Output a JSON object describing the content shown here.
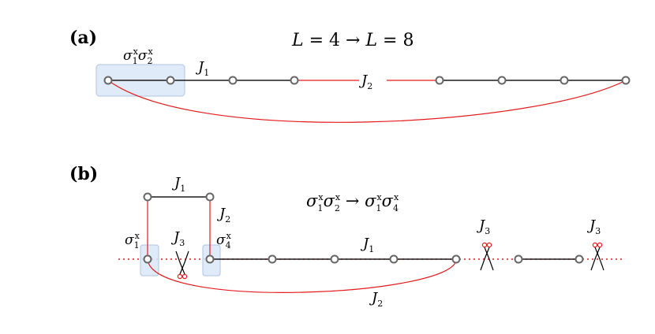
{
  "panel_a": {
    "tag": "(a)",
    "heading": "L = 4 → L = 8",
    "box_label": "σ1xσ2x",
    "coupling_j1": "J1",
    "coupling_j2": "J2"
  },
  "panel_b": {
    "tag": "(b)",
    "heading": "σ1xσ2x → σ1xσ4x",
    "site_1": "σ1x",
    "site_4": "σ4x",
    "coupling_j1_top": "J1",
    "coupling_j2_side": "J2",
    "coupling_j3_cut": "J3",
    "coupling_j1_chain": "J1",
    "coupling_j2_bottom": "J2",
    "coupling_j3_mid": "J3",
    "coupling_j3_right": "J3"
  },
  "colors": {
    "chain": "#1a1a1a",
    "long_range": "#e41a1c",
    "node_stroke": "#666666",
    "highlight_box": "#dbe8f8"
  },
  "icons": [
    "scissors-icon"
  ]
}
